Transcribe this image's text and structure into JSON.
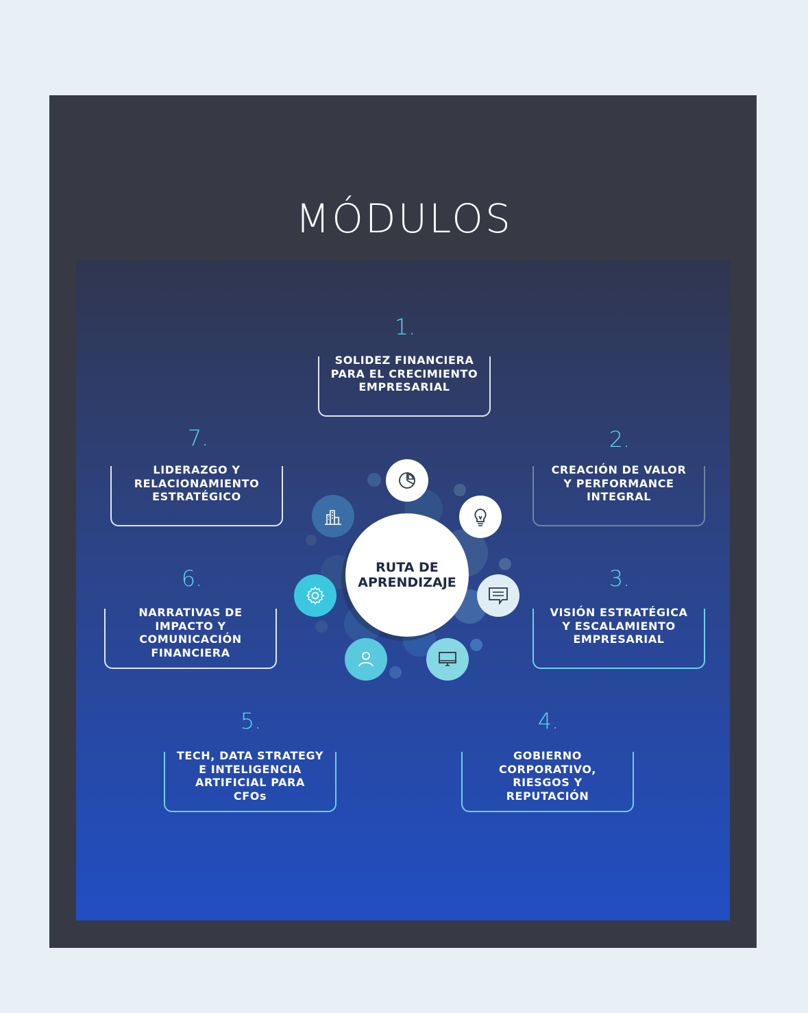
{
  "title": "MÓDULOS",
  "center_label": "RUTA DE\nAPRENDIZAJE",
  "modules": [
    {
      "number": "1.",
      "text": "SOLIDEZ FINANCIERA\nPARA EL CRECIMIENTO\nEMPRESARIAL"
    },
    {
      "number": "2.",
      "text": "CREACIÓN DE VALOR\nY PERFORMANCE\nINTEGRAL"
    },
    {
      "number": "3.",
      "text": "VISIÓN ESTRATÉGICA\nY ESCALAMIENTO\nEMPRESARIAL"
    },
    {
      "number": "4.",
      "text": "GOBIERNO\nCORPORATIVO,\nRIESGOS Y\nREPUTACIÓN"
    },
    {
      "number": "5.",
      "text": "TECH, DATA STRATEGY\nE INTELIGENCIA\nARTIFICIAL PARA\nCFOs"
    },
    {
      "number": "6.",
      "text": "NARRATIVAS DE\nIMPACTO Y\nCOMUNICACIÓN\nFINANCIERA"
    },
    {
      "number": "7.",
      "text": "LIDERAZGO Y\nRELACIONAMIENTO\nESTRATÉGICO"
    }
  ],
  "icons": [
    "pie-chart-icon",
    "lightbulb-icon",
    "chat-icon",
    "monitor-icon",
    "user-icon",
    "gear-icon",
    "buildings-icon"
  ],
  "colors": {
    "frame": "#373945",
    "accent": "#5ad4f2",
    "panel_top": "#30364f",
    "panel_bottom": "#214ec3"
  }
}
